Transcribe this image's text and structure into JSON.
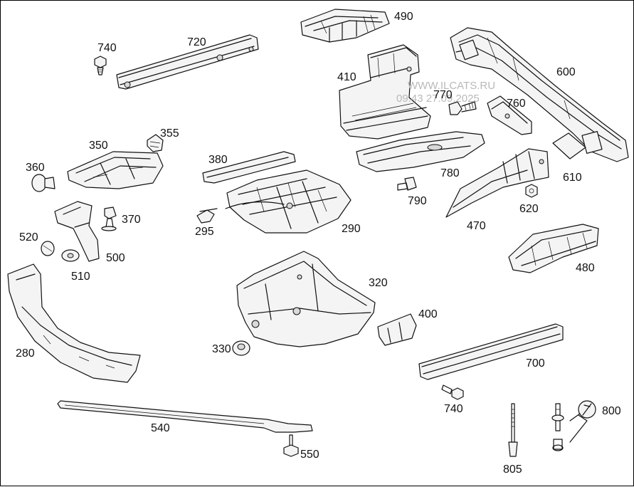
{
  "watermark": {
    "line1": "WWW.ILCATS.RU",
    "line2": "09.43 27.09.2025"
  },
  "labels": {
    "l740a": "740",
    "l720": "720",
    "l490": "490",
    "l600": "600",
    "l410": "410",
    "l770": "770",
    "l760": "760",
    "l355": "355",
    "l350": "350",
    "l360": "360",
    "l380": "380",
    "l780": "780",
    "l610": "610",
    "l790": "790",
    "l620": "620",
    "l370": "370",
    "l295": "295",
    "l290": "290",
    "l470": "470",
    "l520": "520",
    "l500": "500",
    "l510": "510",
    "l480": "480",
    "l320": "320",
    "l400": "400",
    "l280": "280",
    "l330": "330",
    "l700": "700",
    "l740b": "740",
    "l800": "800",
    "l540": "540",
    "l550": "550",
    "l805": "805"
  }
}
